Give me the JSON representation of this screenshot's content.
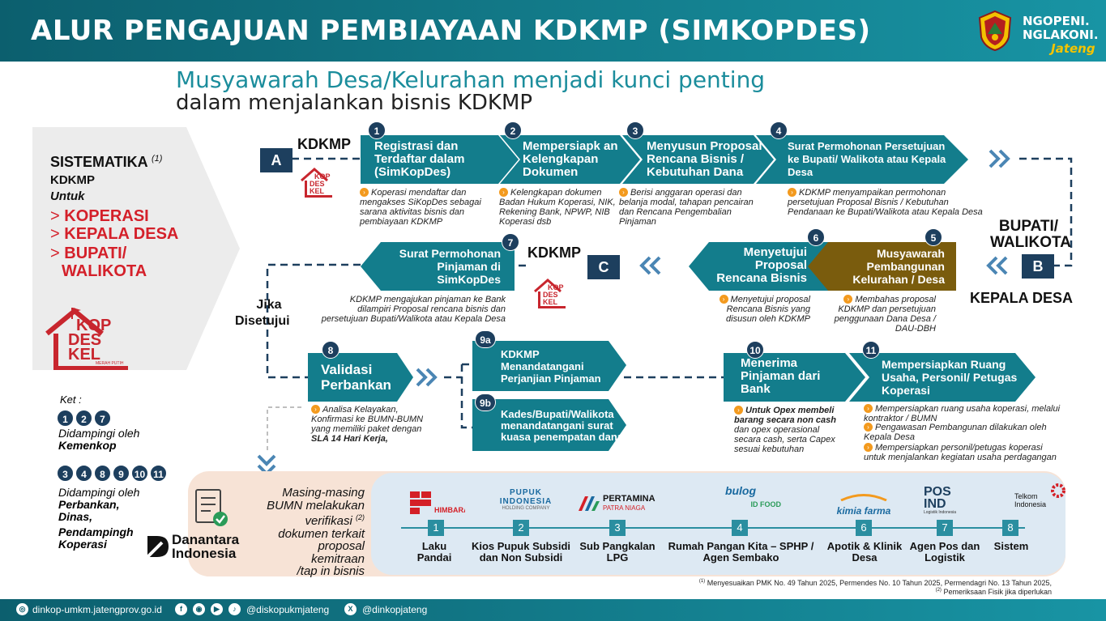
{
  "header": {
    "title": "ALUR PENGAJUAN PEMBIAYAAN KDKMP (SIMKOPDES)",
    "logo_top": "NGOPENI.",
    "logo_mid": "NGLAKONI.",
    "logo_sub": "Jateng"
  },
  "subtitle": {
    "line1": "Musyawarah Desa/Kelurahan menjadi kunci penting",
    "line2": "dalam menjalankan bisnis KDKMP"
  },
  "sidebar": {
    "title": "SISTEMATIKA",
    "title_sup": "(1)",
    "line2": "KDKMP",
    "line3": "Untuk",
    "items": [
      "KOPERASI",
      "KEPALA DESA",
      "BUPATI/",
      "WALIKOTA"
    ],
    "bullet": ">"
  },
  "kopdeskel": {
    "l1": "KOP",
    "l2": "DES",
    "l3": "KEL",
    "tag": "MERAH PUTIH"
  },
  "labels": {
    "a": "A",
    "b": "B",
    "c": "C",
    "kdkmp": "KDKMP",
    "bupati": "BUPATI/ WALIKOTA",
    "kepala_desa": "KEPALA DESA",
    "jika": "Jika",
    "disetujui": "Disetujui"
  },
  "steps": [
    {
      "num": "1",
      "title": "Registrasi dan Terdaftar dalam (SimKopDes)",
      "desc": "Koperasi mendaftar dan mengakses SiKopDes sebagai sarana aktivitas bisnis dan pembiayaan KDKMP"
    },
    {
      "num": "2",
      "title": "Mempersiapk an Kelengkapan Dokumen",
      "desc": "Kelengkapan dokumen Badan Hukum Koperasi, NIK, Rekening Bank, NPWP, NIB Koperasi dsb"
    },
    {
      "num": "3",
      "title": "Menyusun Proposal Rencana Bisnis / Kebutuhan Dana",
      "desc": "Berisi anggaran operasi dan belanja modal, tahapan pencairan dan Rencana Pengembalian Pinjaman"
    },
    {
      "num": "4",
      "title": "Surat Permohonan Persetujuan ke Bupati/ Walikota atau Kepala Desa",
      "desc": "KDKMP menyampaikan permohonan persetujuan Proposal Bisnis / Kebutuhan Pendanaan ke Bupati/Walikota atau Kepala Desa"
    },
    {
      "num": "5",
      "title": "Musyawarah Pembangunan Kelurahan / Desa",
      "desc": "Membahas proposal KDKMP dan persetujuan penggunaan Dana Desa / DAU-DBH"
    },
    {
      "num": "6",
      "title": "Menyetujui Proposal Rencana Bisnis",
      "desc": "Menyetujui proposal Rencana Bisnis yang disusun oleh KDKMP"
    },
    {
      "num": "7",
      "title": "Surat Permohonan Pinjaman di SimKopDes",
      "desc": "KDKMP mengajukan pinjaman ke Bank dilampiri Proposal rencana bisnis dan persetujuan Bupati/Walikota atau Kepala Desa"
    },
    {
      "num": "8",
      "title": "Validasi Perbankan",
      "desc": "Analisa Kelayakan, Konfirmasi ke BUMN-BUMN yang memiliki paket dengan",
      "desc_bold": "SLA 14 Hari Kerja,"
    },
    {
      "num": "9a",
      "title": "KDKMP Menandatangani Perjanjian Pinjaman"
    },
    {
      "num": "9b",
      "title": "Kades/Bupati/Walikota menandatangani surat kuasa penempatan dana"
    },
    {
      "num": "10",
      "title": "Menerima Pinjaman dari Bank",
      "desc_bold": "Untuk Opex membeli barang secara non cash",
      "desc": "dan opex operasional secara cash, serta Capex sesuai kebutuhan"
    },
    {
      "num": "11",
      "title": "Mempersiapkan Ruang Usaha, Personil/ Petugas Koperasi",
      "bullets": [
        "Mempersiapkan ruang usaha koperasi, melalui kontraktor / BUMN",
        "Pengawasan Pembangunan dilakukan oleh Kepala Desa",
        "Mempersiapkan personil/petugas koperasi untuk menjalankan kegiatan usaha perdagangan"
      ]
    }
  ],
  "ket": {
    "title": "Ket :",
    "group1": [
      "1",
      "2",
      "7"
    ],
    "g1_text": "Didampingi oleh",
    "g1_bold": "Kemenkop",
    "group2": [
      "3",
      "4",
      "8",
      "9",
      "10",
      "11"
    ],
    "g2_text": "Didampingi oleh",
    "g2_bold1": "Perbankan,",
    "g2_bold2": "Dinas,",
    "g2_bold3": "Pendampingh",
    "g2_bold4": "Koperasi"
  },
  "danantara": {
    "l1": "Danantara",
    "l2": "Indonesia"
  },
  "verif": {
    "lines": [
      "Masing-masing",
      "BUMN melakukan",
      "verifikasi",
      "dokumen terkait",
      "proposal",
      "kemitraan",
      "/tap in bisnis"
    ],
    "sup": "(2)"
  },
  "partners": [
    {
      "num": "1",
      "logo": "HIMBARA",
      "label": "Laku Pandai"
    },
    {
      "num": "2",
      "logo": "PUPUK INDONESIA",
      "logo_sub": "HOLDING COMPANY",
      "label": "Kios Pupuk Subsidi dan Non Subsidi"
    },
    {
      "num": "3",
      "logo": "PERTAMINA",
      "logo_sub": "PATRA NIAGA",
      "label": "Sub Pangkalan LPG"
    },
    {
      "num": "4",
      "logo": "bulog",
      "logo_sub": "ID FOOD",
      "label": "Rumah Pangan Kita – SPHP / Agen Sembako"
    },
    {
      "num": "6",
      "logo": "kimia farma",
      "label": "Apotik & Klinik Desa"
    },
    {
      "num": "7",
      "logo": "POS IND",
      "logo_sub": "Logistik Indonesia",
      "label": "Agen Pos dan Logistik"
    },
    {
      "num": "8",
      "logo": "Telkom Indonesia",
      "label": "Sistem"
    }
  ],
  "notes": {
    "n1": "Menyesuaikan PMK No. 49 Tahun 2025, Permendes No. 10 Tahun 2025, Permendagri No. 13 Tahun 2025,",
    "n1_sup": "(1)",
    "n2": "Pemeriksaan Fisik jika diperlukan",
    "n2_sup": "(2)"
  },
  "footer": {
    "site": "dinkop-umkm.jatengprov.go.id",
    "social": "@diskopukmjateng",
    "x": "@dinkopjateng"
  },
  "colors": {
    "teal": "#137d8c",
    "navy": "#1d3f5e",
    "red": "#d4202a",
    "brown": "#7a5c0d"
  }
}
